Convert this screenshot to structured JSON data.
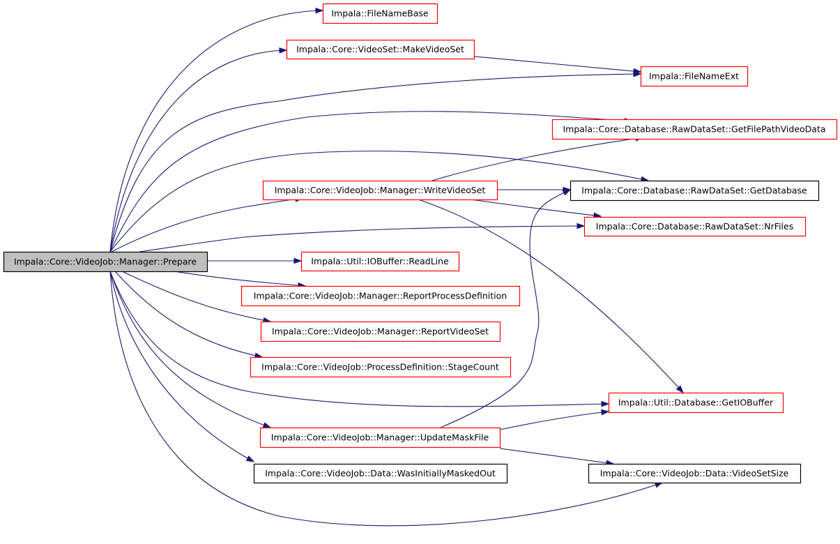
{
  "colors": {
    "edge": "#191970",
    "documented_border": "#ff0000",
    "undocumented_border": "#000000",
    "root_fill": "#bfbfbf"
  },
  "nodes": [
    {
      "id": "prepare",
      "label": "Impala::Core::VideoJob::Manager::Prepare",
      "style": "root"
    },
    {
      "id": "filenamebase",
      "label": "Impala::FileNameBase",
      "style": "red"
    },
    {
      "id": "makevideoset",
      "label": "Impala::Core::VideoSet::MakeVideoSet",
      "style": "red"
    },
    {
      "id": "filenameext",
      "label": "Impala::FileNameExt",
      "style": "red"
    },
    {
      "id": "getfilepath",
      "label": "Impala::Core::Database::RawDataSet::GetFilePathVideoData",
      "style": "red"
    },
    {
      "id": "writevideoset",
      "label": "Impala::Core::VideoJob::Manager::WriteVideoSet",
      "style": "red"
    },
    {
      "id": "getdatabase",
      "label": "Impala::Core::Database::RawDataSet::GetDatabase",
      "style": "black"
    },
    {
      "id": "nrfiles",
      "label": "Impala::Core::Database::RawDataSet::NrFiles",
      "style": "red"
    },
    {
      "id": "readline",
      "label": "Impala::Util::IOBuffer::ReadLine",
      "style": "red"
    },
    {
      "id": "reportprocdef",
      "label": "Impala::Core::VideoJob::Manager::ReportProcessDefinition",
      "style": "red"
    },
    {
      "id": "reportvideoset",
      "label": "Impala::Core::VideoJob::Manager::ReportVideoSet",
      "style": "red"
    },
    {
      "id": "stagecount",
      "label": "Impala::Core::VideoJob::ProcessDefinition::StageCount",
      "style": "red"
    },
    {
      "id": "getiobuffer",
      "label": "Impala::Util::Database::GetIOBuffer",
      "style": "red"
    },
    {
      "id": "updatemask",
      "label": "Impala::Core::VideoJob::Manager::UpdateMaskFile",
      "style": "red"
    },
    {
      "id": "wasmasked",
      "label": "Impala::Core::VideoJob::Data::WasInitiallyMaskedOut",
      "style": "black"
    },
    {
      "id": "videosetsize",
      "label": "Impala::Core::VideoJob::Data::VideoSetSize",
      "style": "black"
    }
  ],
  "edges": [
    {
      "from": "prepare",
      "to": "filenamebase"
    },
    {
      "from": "prepare",
      "to": "makevideoset"
    },
    {
      "from": "prepare",
      "to": "filenameext"
    },
    {
      "from": "prepare",
      "to": "getfilepath"
    },
    {
      "from": "prepare",
      "to": "getdatabase"
    },
    {
      "from": "prepare",
      "to": "writevideoset"
    },
    {
      "from": "prepare",
      "to": "nrfiles"
    },
    {
      "from": "prepare",
      "to": "readline"
    },
    {
      "from": "prepare",
      "to": "reportprocdef"
    },
    {
      "from": "prepare",
      "to": "reportvideoset"
    },
    {
      "from": "prepare",
      "to": "stagecount"
    },
    {
      "from": "prepare",
      "to": "getiobuffer"
    },
    {
      "from": "prepare",
      "to": "updatemask"
    },
    {
      "from": "prepare",
      "to": "wasmasked"
    },
    {
      "from": "prepare",
      "to": "videosetsize"
    },
    {
      "from": "makevideoset",
      "to": "filenameext"
    },
    {
      "from": "writevideoset",
      "to": "getfilepath"
    },
    {
      "from": "writevideoset",
      "to": "getdatabase"
    },
    {
      "from": "writevideoset",
      "to": "nrfiles"
    },
    {
      "from": "writevideoset",
      "to": "getiobuffer"
    },
    {
      "from": "updatemask",
      "to": "getdatabase"
    },
    {
      "from": "updatemask",
      "to": "getiobuffer"
    },
    {
      "from": "updatemask",
      "to": "videosetsize"
    }
  ]
}
